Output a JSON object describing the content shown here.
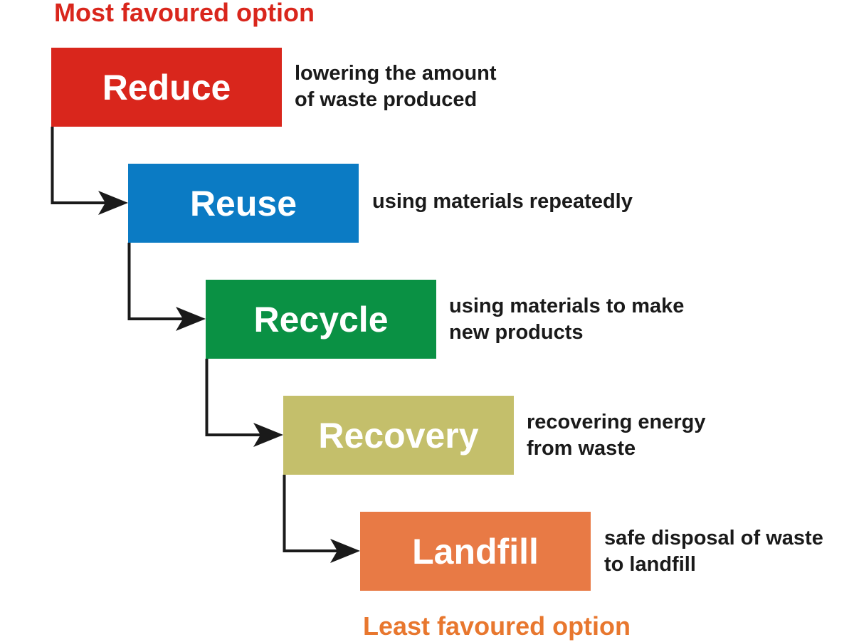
{
  "headings": {
    "most": "Most favoured option",
    "least": "Least favoured option"
  },
  "colors": {
    "most_heading": "#d9261c",
    "least_heading": "#e8772e",
    "arrow": "#1a1a1a"
  },
  "steps": [
    {
      "label": "Reduce",
      "description": "lowering the amount\nof waste produced",
      "color": "#d9261c"
    },
    {
      "label": "Reuse",
      "description": "using materials repeatedly",
      "color": "#0b7bc4"
    },
    {
      "label": "Recycle",
      "description": "using materials to make\nnew products",
      "color": "#0a9144"
    },
    {
      "label": "Recovery",
      "description": "recovering energy\nfrom waste",
      "color": "#c4bf6b"
    },
    {
      "label": "Landfill",
      "description": "safe disposal of waste\nto landfill",
      "color": "#e87a45"
    }
  ]
}
